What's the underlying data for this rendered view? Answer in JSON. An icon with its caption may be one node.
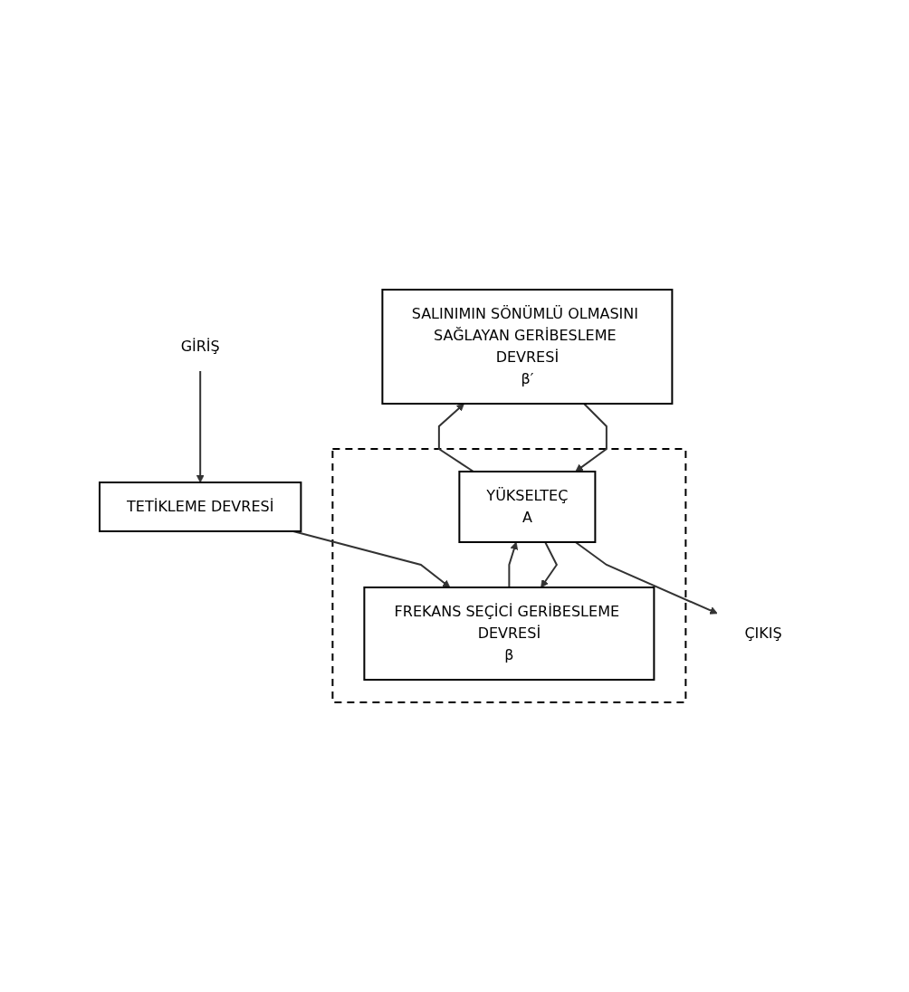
{
  "diagram": {
    "nodes": [
      {
        "text": [
          "SALINIMIN SÖNÜMLÜ OLMASINI SAĞLAYAN GERİBESLEME DEVRESİ",
          "β′"
        ]
      },
      {
        "text": [],
        "shape": "box"
      },
      {
        "text": [
          "YÜKSELTEÇ",
          "A"
        ],
        "in": 1
      },
      {
        "text": [
          "ÇIKIŞ"
        ]
      },
      {
        "text": [
          "FREKANS SEÇİCİ GERİBESLEME DEVRESİ",
          "β"
        ],
        "in": 1
      },
      {
        "text": [
          "GİRİŞ"
        ]
      },
      {
        "text": [
          "TETİKLEME DEVRESİ"
        ]
      }
    ],
    "edges": [
      {
        "from": 0,
        "to": 2,
        "arrow": "to"
      },
      {
        "from": 4,
        "to": 2,
        "arrow": "to"
      },
      {
        "from": 2,
        "to": 3,
        "arrow": "to"
      },
      {
        "from": 2,
        "to": 0,
        "arrow": "to"
      },
      {
        "from": 2,
        "to": 4,
        "arrow": "to"
      },
      {
        "from": 6,
        "to": 4,
        "arrow": "to"
      },
      {
        "from": 5,
        "to": 6,
        "arrow": "to"
      }
    ]
  }
}
